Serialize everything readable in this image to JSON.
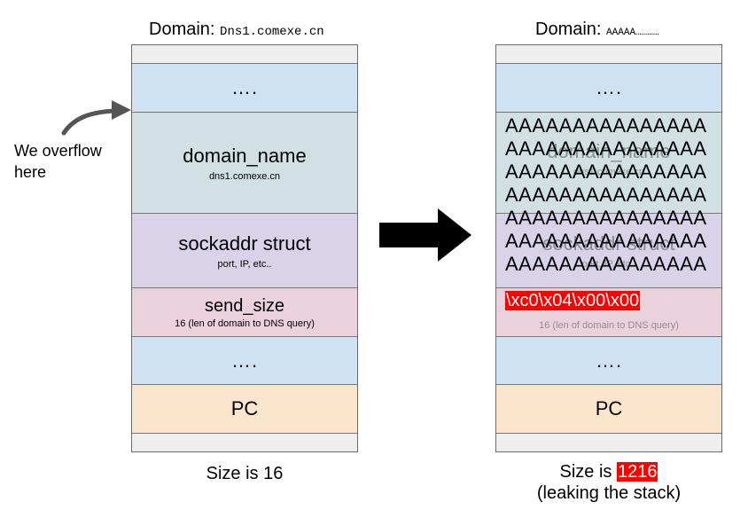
{
  "left": {
    "domain_label": "Domain:",
    "domain_value": "Dns1.comexe.cn",
    "blocks": {
      "dots_top": "….",
      "domain_name": "domain_name",
      "domain_name_sub": "dns1.comexe.cn",
      "sockaddr": "sockaddr struct",
      "sockaddr_sub": "port, IP, etc..",
      "send_size": "send_size",
      "send_size_sub": "16 (len of domain to DNS query)",
      "dots_bottom": "….",
      "pc": "PC"
    },
    "caption": "Size is 16"
  },
  "annotation": {
    "overflow_line1": "We overflow",
    "overflow_line2": "here"
  },
  "right": {
    "domain_label": "Domain:",
    "domain_value": "AAAAA…………",
    "blocks": {
      "dots_top": "….",
      "overflow_rows": [
        "AAAAAAAAAAAAAAA",
        "AAAAAAAAAAAAAAA",
        "AAAAAAAAAAAAAAA",
        "AAAAAAAAAAAAAAA",
        "AAAAAAAAAAAAAAA",
        "AAAAAAAAAAAAAAA",
        "AAAAAAAAAAAAAAA"
      ],
      "ghost_domain_name": "domain_name",
      "ghost_domain_sub": "dns1.comexe.cn",
      "ghost_sockaddr": "sockaddr struct",
      "ghost_sockaddr_sub": "port, IP, etc..",
      "overwrite_bytes": "\\xc0\\x04\\x00\\x00",
      "ghost_send_size_sub": "16 (len of domain to DNS query)",
      "dots_bottom": "….",
      "pc": "PC"
    },
    "caption_prefix": "Size is ",
    "caption_value": "1216",
    "caption_line2": "(leaking the stack)"
  },
  "colors": {
    "highlight": "#ff0000",
    "gray": "#eeeeee",
    "blue": "#cfe2f3",
    "teal": "#d0e0e3",
    "purple": "#d9d2e9",
    "pink": "#ead1dc",
    "orange": "#fce5cd"
  }
}
